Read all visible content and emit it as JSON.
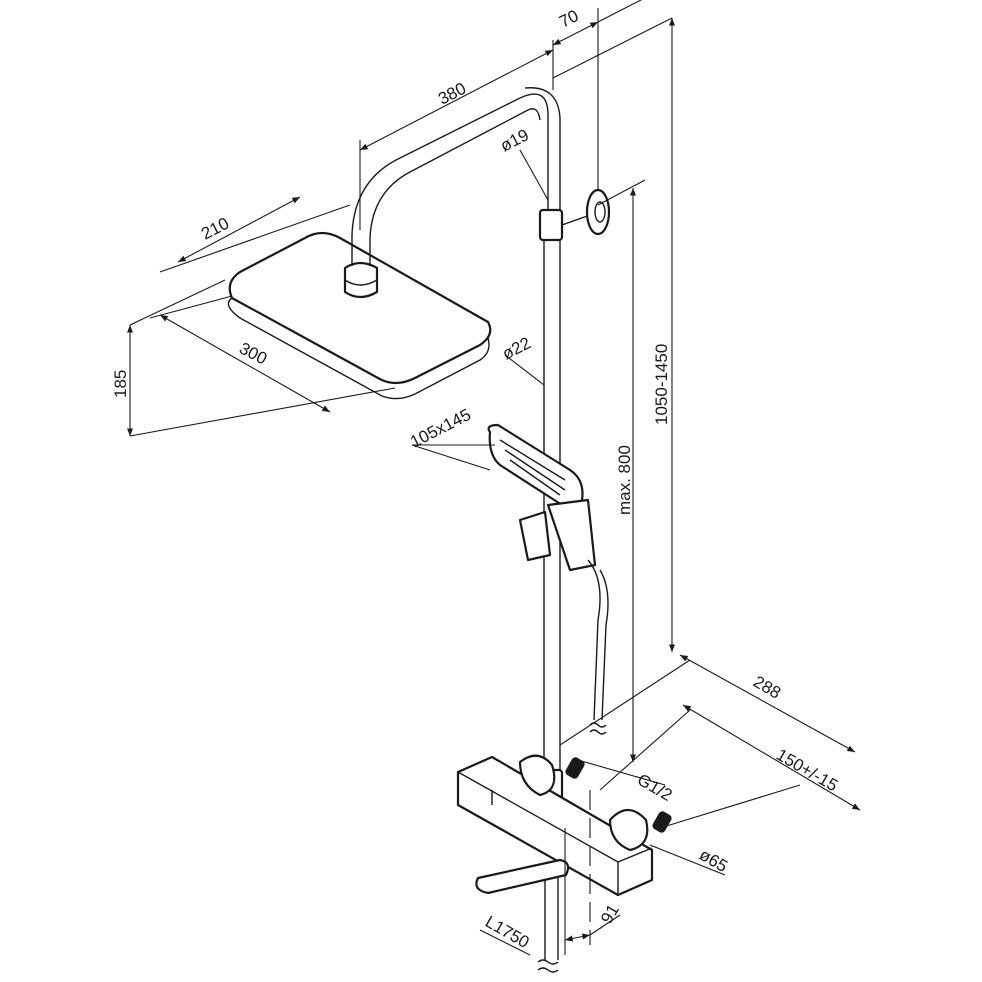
{
  "drawing": {
    "dimensions": {
      "offset_top": "70",
      "arm_length": "380",
      "head_depth": "210",
      "pipe_upper_diameter": "ø19",
      "pipe_lower_diameter": "ø22",
      "head_height": "185",
      "head_width": "300",
      "hand_shower_size": "105x145",
      "max_height": "max. 800",
      "total_height": "1050-1450",
      "wall_distance": "288",
      "inlet_spacing": "150+/-15",
      "inlet_thread": "G1/2",
      "escutcheon_diameter": "ø65",
      "spout_offset": "91",
      "hose_length": "L1750"
    }
  }
}
